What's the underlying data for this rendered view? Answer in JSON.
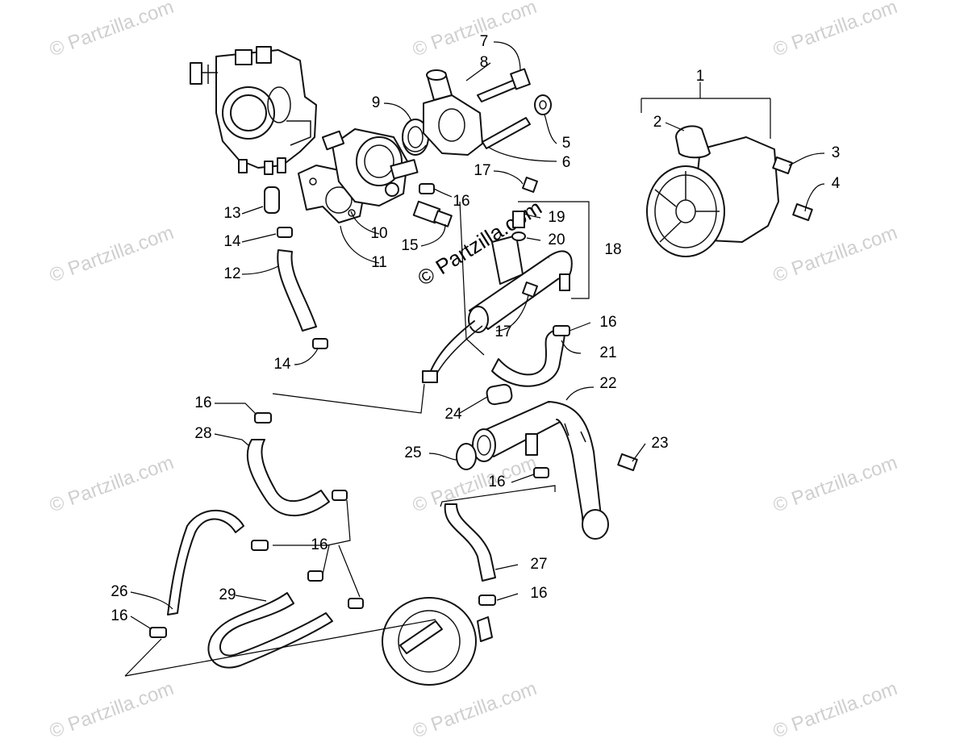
{
  "watermark": {
    "text": "© Partzilla.com",
    "center_text": "© Partzilla.com"
  },
  "callouts": [
    {
      "id": "c1",
      "label": "1"
    },
    {
      "id": "c2",
      "label": "2"
    },
    {
      "id": "c3",
      "label": "3"
    },
    {
      "id": "c4",
      "label": "4"
    },
    {
      "id": "c5",
      "label": "5"
    },
    {
      "id": "c6",
      "label": "6"
    },
    {
      "id": "c7",
      "label": "7"
    },
    {
      "id": "c8",
      "label": "8"
    },
    {
      "id": "c9",
      "label": "9"
    },
    {
      "id": "c10",
      "label": "10"
    },
    {
      "id": "c11",
      "label": "11"
    },
    {
      "id": "c12",
      "label": "12"
    },
    {
      "id": "c13",
      "label": "13"
    },
    {
      "id": "c14a",
      "label": "14"
    },
    {
      "id": "c14b",
      "label": "14"
    },
    {
      "id": "c15",
      "label": "15"
    },
    {
      "id": "c16a",
      "label": "16"
    },
    {
      "id": "c16b",
      "label": "16"
    },
    {
      "id": "c16c",
      "label": "16"
    },
    {
      "id": "c16d",
      "label": "16"
    },
    {
      "id": "c16e",
      "label": "16"
    },
    {
      "id": "c16f",
      "label": "16"
    },
    {
      "id": "c16g",
      "label": "16"
    },
    {
      "id": "c17a",
      "label": "17"
    },
    {
      "id": "c17b",
      "label": "17"
    },
    {
      "id": "c18",
      "label": "18"
    },
    {
      "id": "c19",
      "label": "19"
    },
    {
      "id": "c20",
      "label": "20"
    },
    {
      "id": "c21",
      "label": "21"
    },
    {
      "id": "c22",
      "label": "22"
    },
    {
      "id": "c23",
      "label": "23"
    },
    {
      "id": "c24",
      "label": "24"
    },
    {
      "id": "c25",
      "label": "25"
    },
    {
      "id": "c26",
      "label": "26"
    },
    {
      "id": "c27",
      "label": "27"
    },
    {
      "id": "c28",
      "label": "28"
    },
    {
      "id": "c29",
      "label": "29"
    }
  ]
}
